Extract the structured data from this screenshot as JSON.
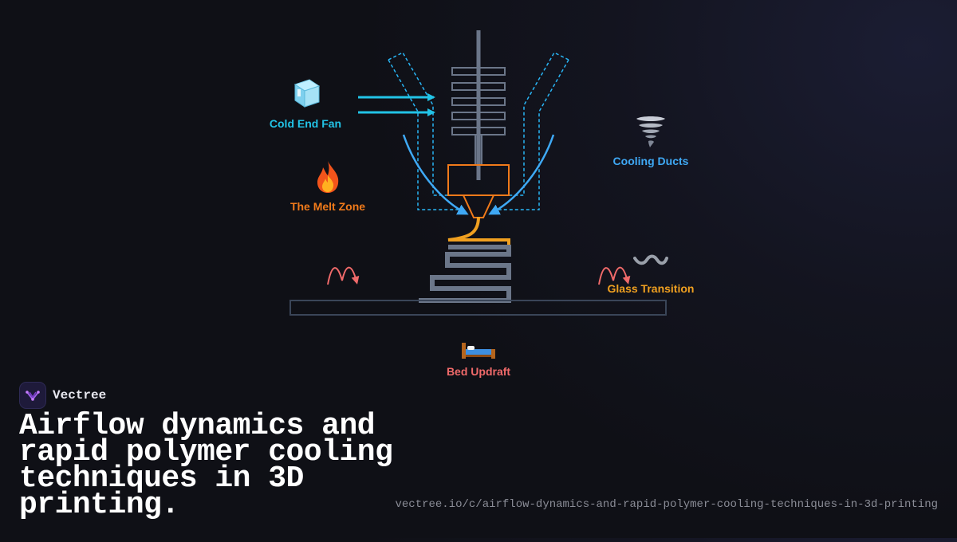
{
  "diagram": {
    "labels": {
      "cold_end_fan": "Cold End Fan",
      "melt_zone": "The Melt Zone",
      "cooling_ducts": "Cooling Ducts",
      "glass_transition": "Glass Transition",
      "bed_updraft": "Bed Updraft"
    },
    "icons": {
      "cold_end_fan": "ice-cube",
      "melt_zone": "fire",
      "cooling_ducts": "tornado",
      "glass_transition": "wavy-dash",
      "bed_updraft": "bed"
    },
    "colors": {
      "cold_end_fan": "#22c3e6",
      "melt_zone": "#f07a1a",
      "cooling_ducts": "#3fa9f5",
      "glass_transition": "#f0a020",
      "bed_updraft": "#f06a6a",
      "hardware": "#6b7689",
      "filament": "#f0a020"
    }
  },
  "brand": {
    "name": "Vectree"
  },
  "title": "Airflow dynamics and rapid polymer cooling techniques in 3D printing.",
  "url": "vectree.io/c/airflow-dynamics-and-rapid-polymer-cooling-techniques-in-3d-printing"
}
